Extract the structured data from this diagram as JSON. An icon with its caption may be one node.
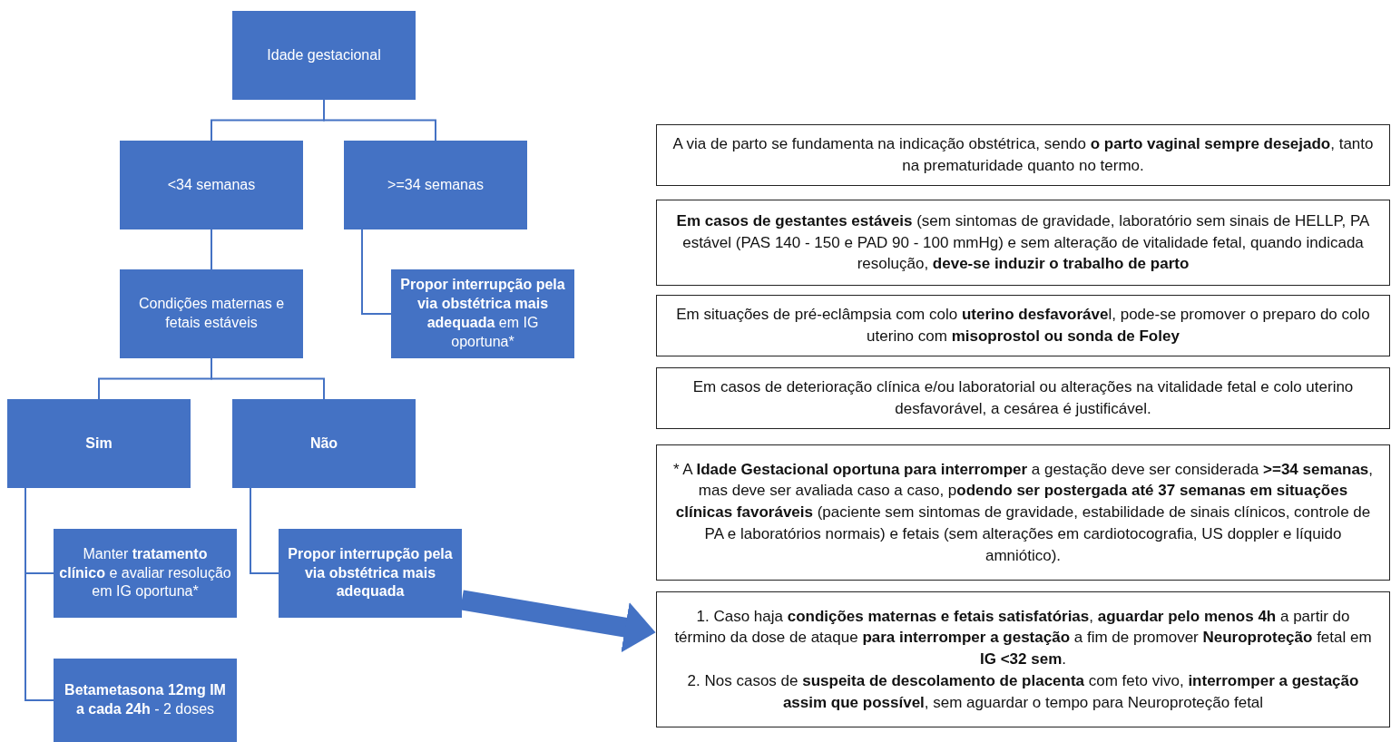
{
  "diagram": {
    "nodes": [
      {
        "text": [
          "Idade gestacional"
        ]
      },
      {
        "text": [
          "<34 semanas"
        ]
      },
      {
        "text": [
          ">=34 semanas"
        ]
      },
      {
        "text": [
          "Condições maternas e fetais estáveis"
        ]
      },
      {
        "text": [
          "**Propor interrupção pela via obstétrica mais adequada** em IG oportuna*"
        ]
      },
      {
        "text": [
          "Sim"
        ]
      },
      {
        "text": [
          "Não"
        ]
      },
      {
        "text": [
          "Manter **tratamento clínico** e avaliar resolução em IG oportuna*"
        ]
      },
      {
        "text": [
          "**Betametasona 12mg IM a cada 24h** - 2 doses"
        ]
      },
      {
        "text": [
          "**Propor interrupção pela via obstétrica mais adequada**"
        ]
      },
      {
        "text": [
          "A via de parto se fundamenta na indicação obstétrica, sendo **o parto vaginal sempre desejado**, tanto na prematuridade quanto no termo."
        ]
      },
      {
        "text": [
          "**Em casos de gestantes estáveis** (sem sintomas de gravidade, laboratório sem sinais de HELLP, PA estável (PAS 140 - 150 e PAD 90 - 100 mmHg) e sem alteração de vitalidade fetal, quando indicada resolução, **deve-se induzir o trabalho de parto**"
        ]
      },
      {
        "text": [
          "Em situações de pré-eclâmpsia com colo **uterino desfavoráve**l, pode-se promover o preparo do colo uterino com **misoprostol ou sonda de Foley**"
        ]
      },
      {
        "text": [
          "Em casos de deterioração clínica e/ou laboratorial ou alterações na vitalidade fetal e colo uterino desfavorável, a cesárea é justificável."
        ]
      },
      {
        "text": [
          "* A **Idade Gestacional oportuna para interromper** a gestação deve ser considerada **>=34 semanas**, mas deve ser avaliada caso a caso, p**odendo ser postergada até 37 semanas em situações clínicas favoráveis** (paciente sem sintomas de gravidade, estabilidade de sinais clínicos, controle de PA e laboratórios normais) e fetais (sem alterações em cardiotocografia, US doppler e líquido amniótico)."
        ]
      },
      {
        "text": [
          "1. Caso haja **condições maternas e fetais satisfatórias**, **aguardar pelo menos 4h** a partir do término da dose de ataque **para interromper a gestação** a fim de promover **Neuroproteção** fetal em **IG <32 sem**.",
          "2. Nos casos de **suspeita de descolamento de placenta** com feto vivo, **interromper a gestação assim que possível**, sem aguardar o tempo para Neuroproteção fetal"
        ]
      }
    ],
    "edges": [
      {
        "from": 0,
        "to": 1,
        "arrow": "none"
      },
      {
        "from": 0,
        "to": 2,
        "arrow": "none"
      },
      {
        "from": 1,
        "to": 3,
        "arrow": "none"
      },
      {
        "from": 2,
        "to": 4,
        "arrow": "none"
      },
      {
        "from": 3,
        "to": 5,
        "arrow": "none"
      },
      {
        "from": 3,
        "to": 6,
        "arrow": "none"
      },
      {
        "from": 5,
        "to": 7,
        "arrow": "none"
      },
      {
        "from": 5,
        "to": 8,
        "arrow": "none"
      },
      {
        "from": 6,
        "to": 9,
        "arrow": "none"
      },
      {
        "from": 9,
        "to": 15,
        "arrow": "to",
        "style": "thick"
      }
    ]
  }
}
